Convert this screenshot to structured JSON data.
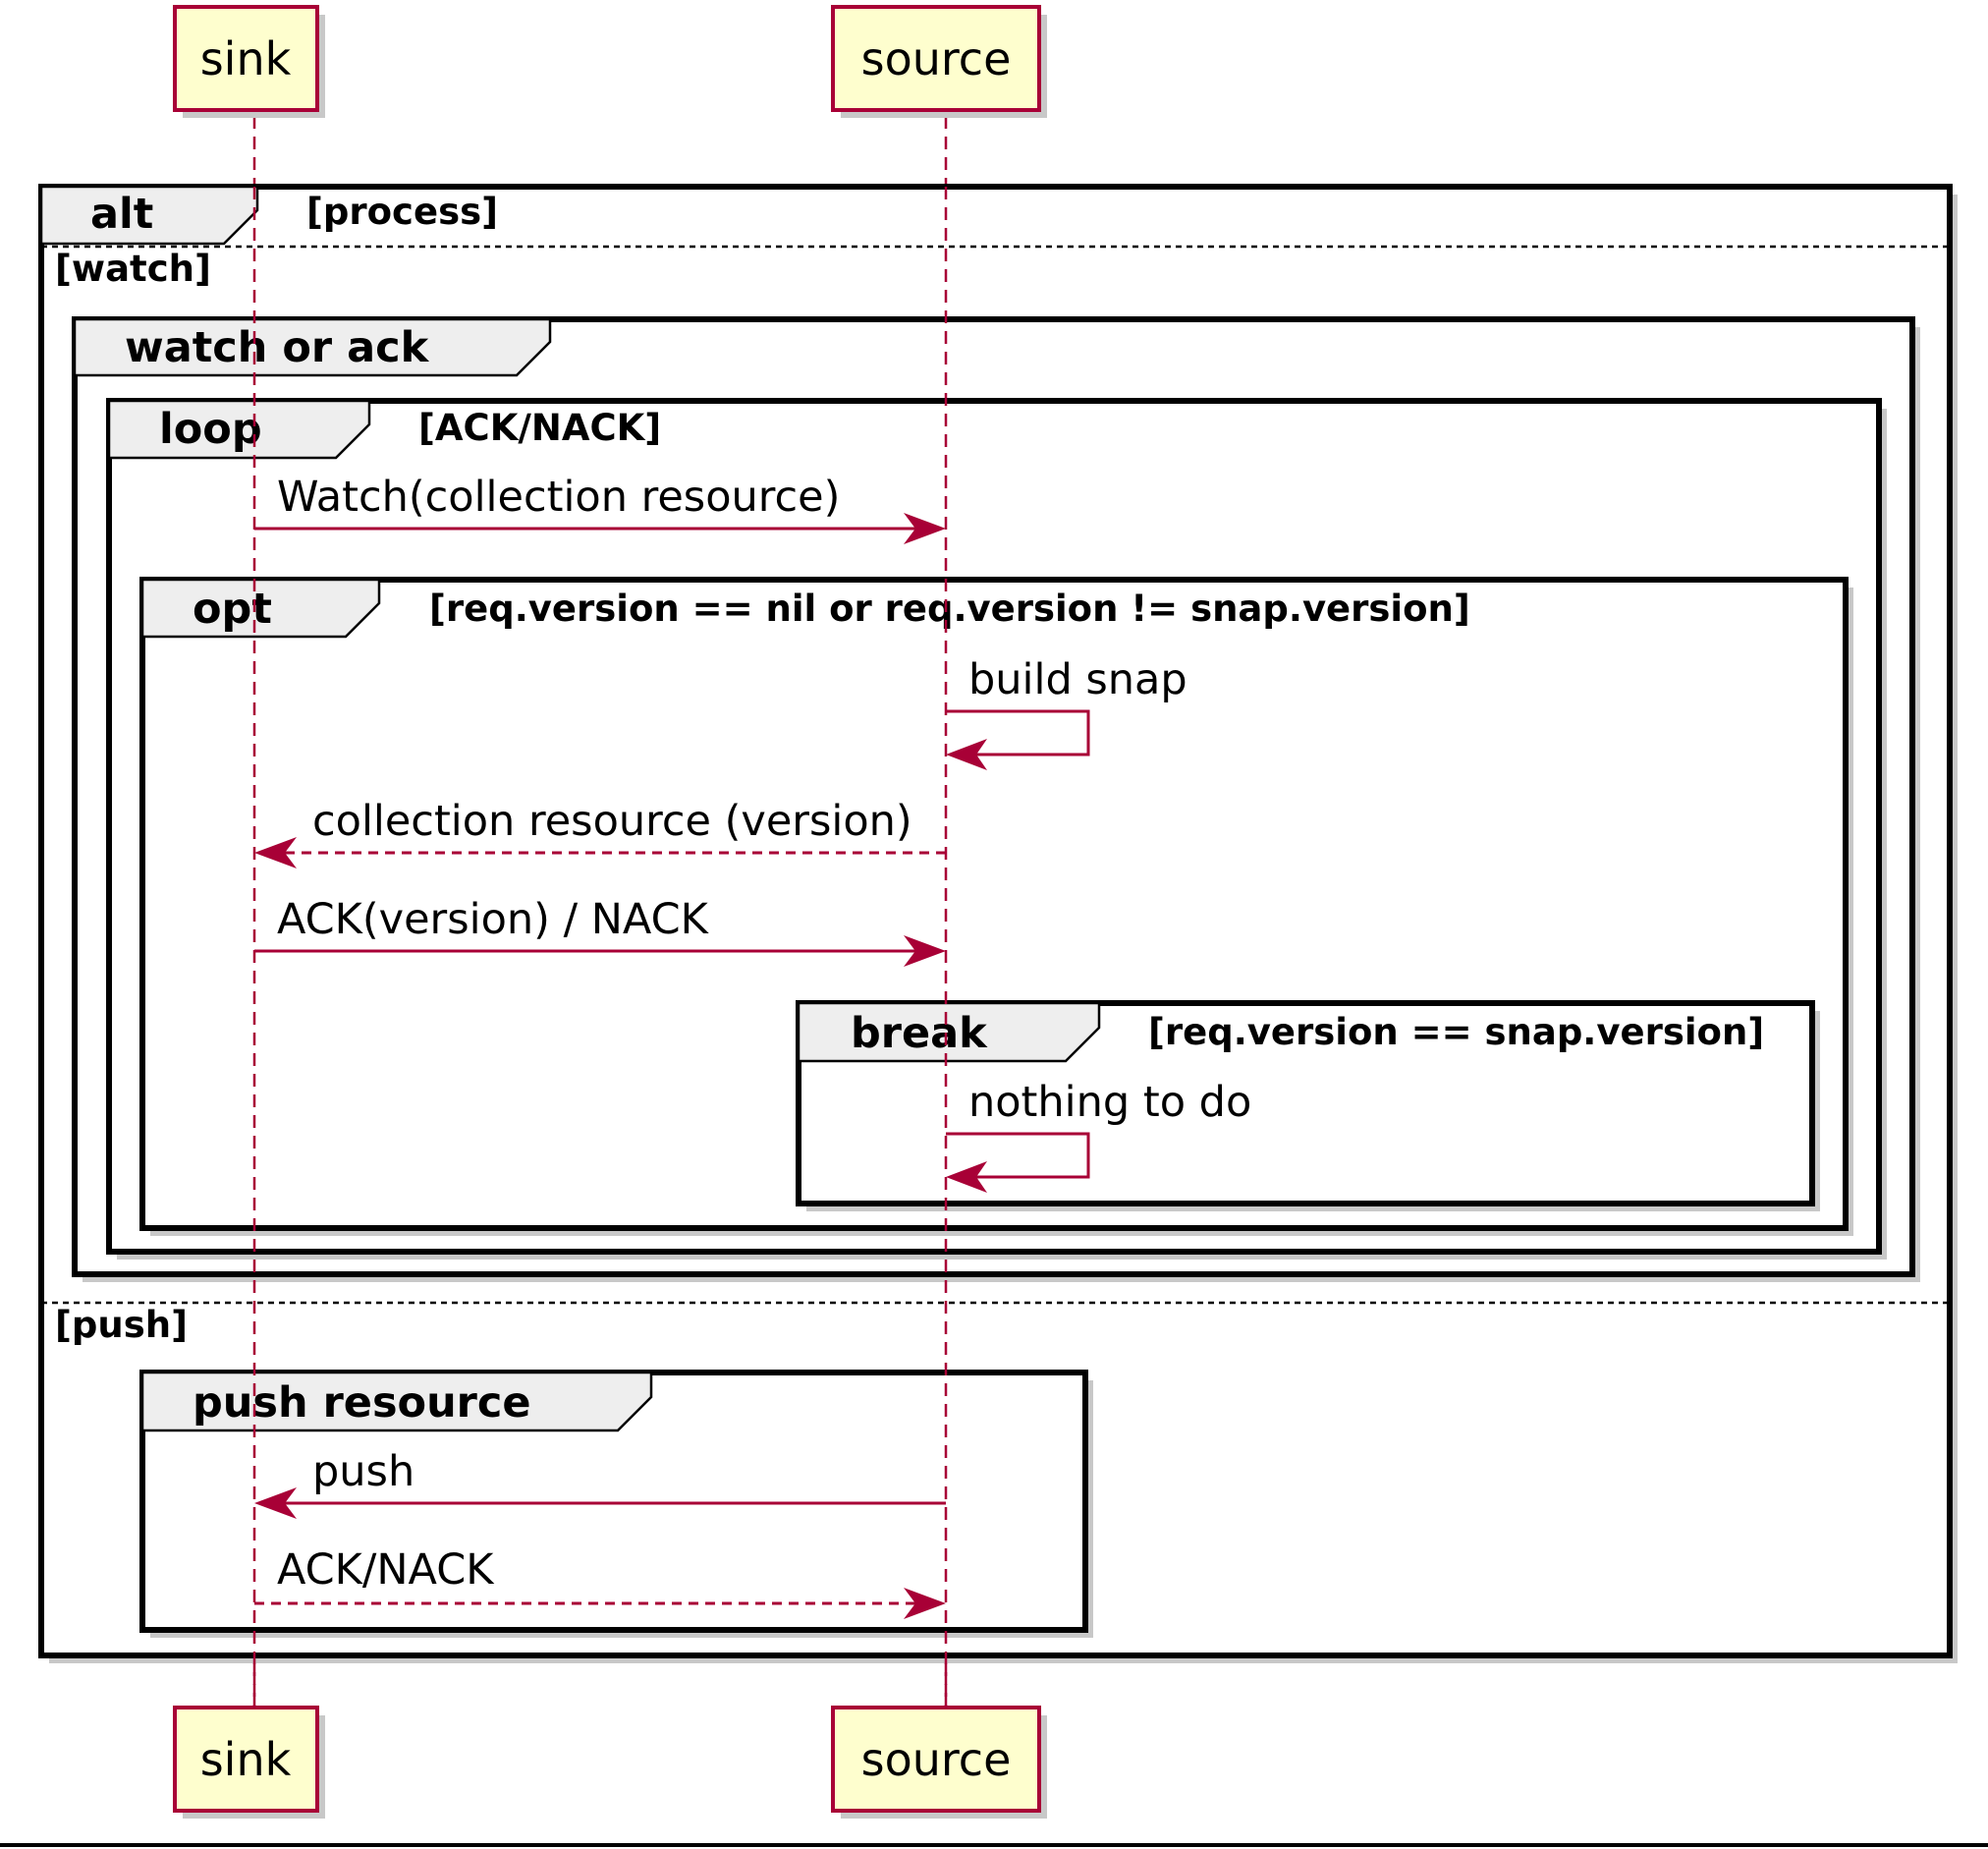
{
  "participants": [
    "sink",
    "source"
  ],
  "alt": {
    "keyword": "alt",
    "guard": "[process]",
    "branch_watch": "[watch]",
    "branch_push": "[push]"
  },
  "watch_group": {
    "keyword": "watch or ack"
  },
  "loop": {
    "keyword": "loop",
    "guard": "[ACK/NACK]"
  },
  "opt": {
    "keyword": "opt",
    "guard": "[req.version == nil or req.version != snap.version]"
  },
  "break_frame": {
    "keyword": "break",
    "guard": "[req.version == snap.version]"
  },
  "push_group": {
    "keyword": "push resource"
  },
  "messages": {
    "watch": "Watch(collection resource)",
    "build_snap": "build snap",
    "collection_resource": "collection resource (version)",
    "ack_version": "ACK(version) / NACK",
    "nothing": "nothing to do",
    "push": "push",
    "ack_nack": "ACK/NACK"
  },
  "colors": {
    "participant_fill": "#FEFECE",
    "participant_border": "#A80036",
    "arrow": "#A80036",
    "tab_fill": "#EEEEEE"
  }
}
